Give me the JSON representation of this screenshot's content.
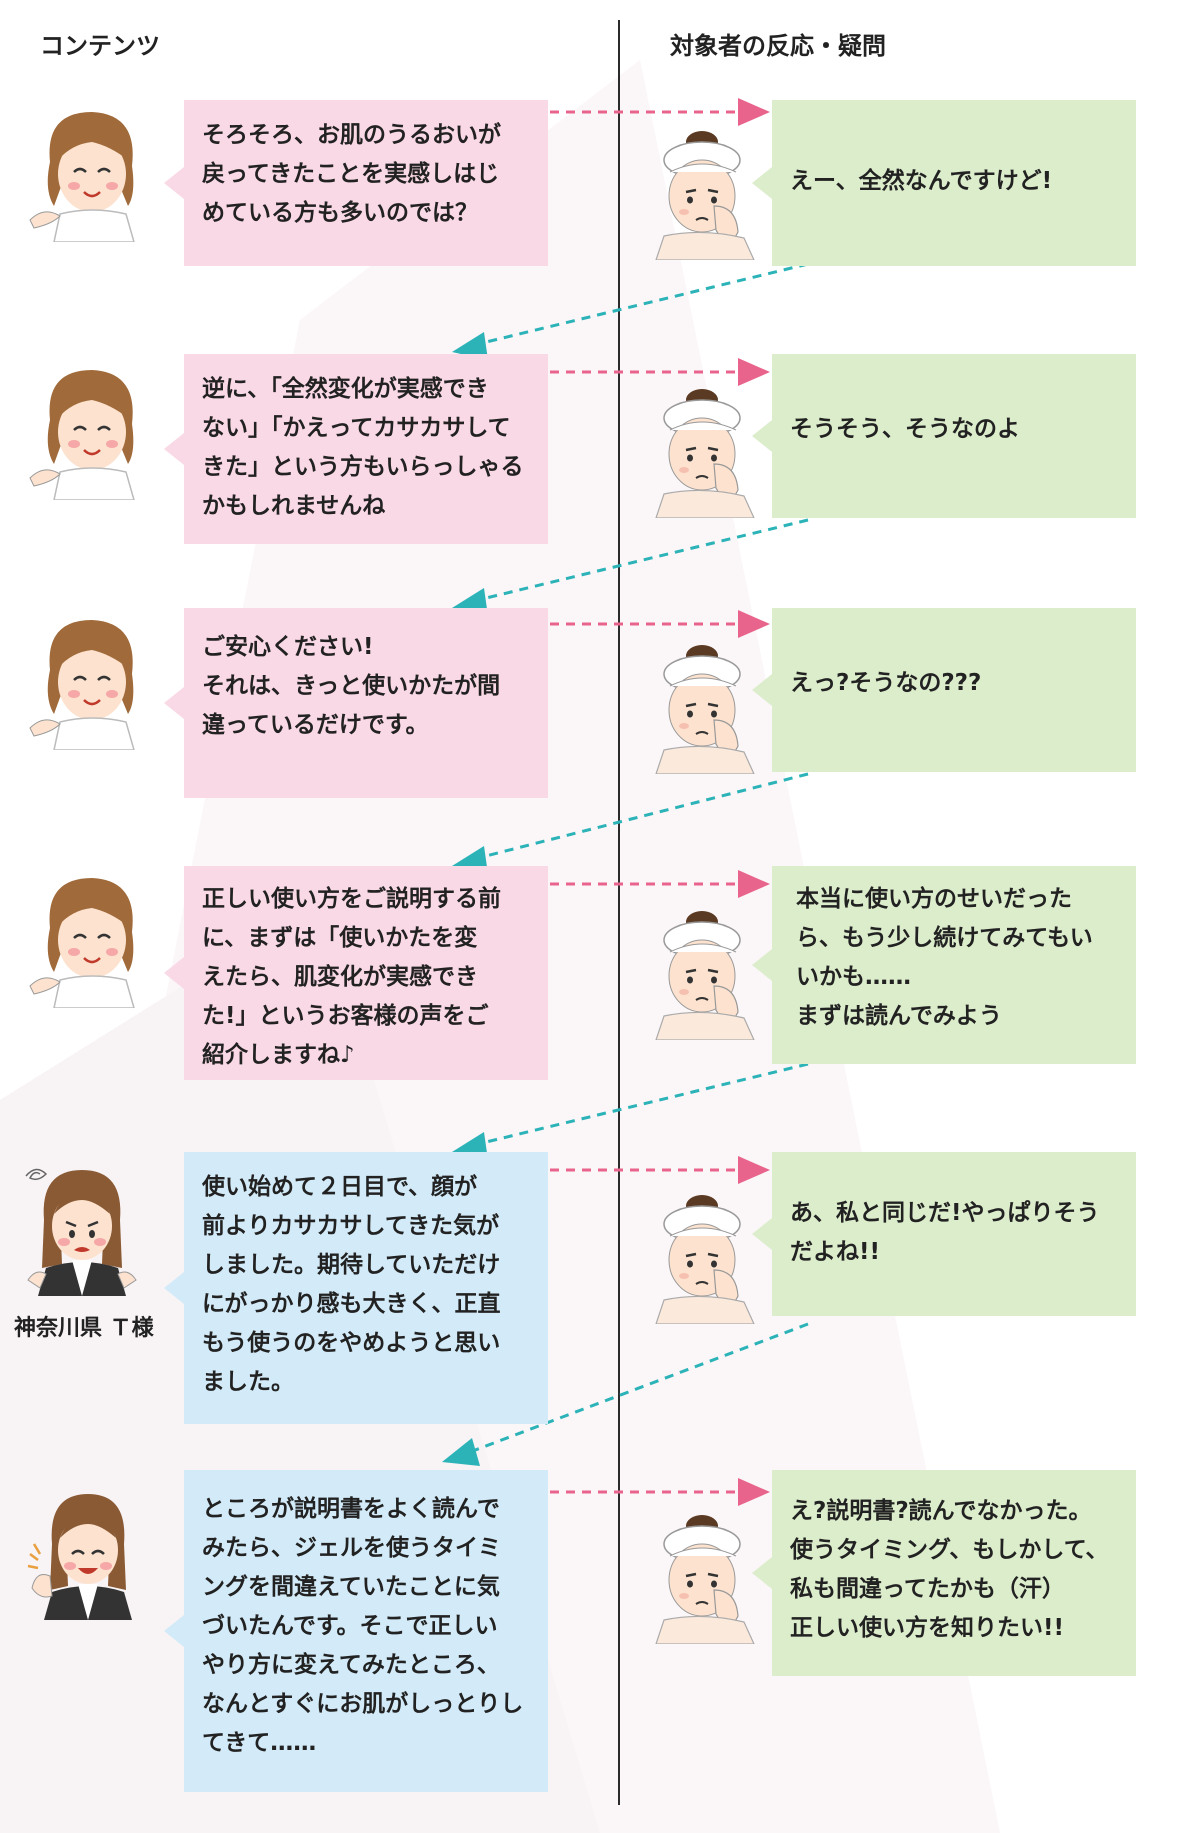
{
  "headers": {
    "left": "コンテンツ",
    "right": "対象者の反応・疑問"
  },
  "colors": {
    "content_bubble": "#fad9e6",
    "testimonial_bubble": "#d3ebf8",
    "reaction_bubble": "#dcedcc",
    "forward_arrow": "#e8648c",
    "back_arrow": "#2bb3b8"
  },
  "rows": [
    {
      "content": "そろそろ、お肌のうるおいが\n戻ってきたことを実感しはじ\nめている方も多いのでは？",
      "speaker": "staff",
      "reaction": "えー、全然なんですけど!"
    },
    {
      "content": "逆に、「全然変化が実感でき\nない」「かえってカサカサして\nきた」という方もいらっしゃる\nかもしれませんね",
      "speaker": "staff",
      "reaction": "そうそう、そうなのよ"
    },
    {
      "content": "ご安心ください!\nそれは、きっと使いかたが間\n違っているだけです。",
      "speaker": "staff",
      "reaction": "えっ?そうなの???"
    },
    {
      "content": "正しい使い方をご説明する前\nに、まずは「使いかたを変\nえたら、肌変化が実感でき\nた!」というお客様の声をご\n紹介しますね♪",
      "speaker": "staff",
      "reaction": "本当に使い方のせいだった\nら、もう少し続けてみてもい\nいかも……\nまずは読んでみよう"
    },
    {
      "content": "使い始めて２日目で、顔が\n前よりカサカサしてきた気が\nしました。期待していただけ\nにがっかり感も大きく、正直\nもう使うのをやめようと思い\nました。",
      "speaker": "customer",
      "reaction": "あ、私と同じだ!やっぱりそう\nだよね!!"
    },
    {
      "content": "ところが説明書をよく読んで\nみたら、ジェルを使うタイミ\nングを間違えていたことに気\nづいたんです。そこで正しい\nやり方に変えてみたところ、\nなんとすぐにお肌がしっとりし\nてきて……",
      "speaker": "customer",
      "reaction": "え?説明書?読んでなかった。\n使うタイミング、もしかして、\n私も間違ってたかも（汗）\n正しい使い方を知りたい!!"
    }
  ],
  "customer_caption": "神奈川県 Ｔ様"
}
